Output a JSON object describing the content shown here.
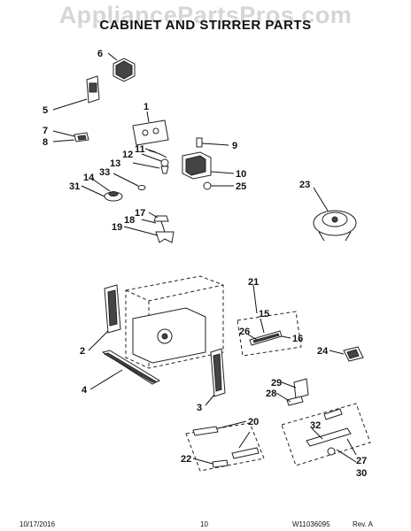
{
  "watermark": "AppliancePartsPros.com",
  "title": "CABINET AND STIRRER PARTS",
  "callouts": [
    "6",
    "5",
    "1",
    "7",
    "8",
    "11",
    "12",
    "9",
    "13",
    "33",
    "10",
    "14",
    "25",
    "31",
    "23",
    "17",
    "18",
    "19",
    "21",
    "15",
    "26",
    "16",
    "2",
    "24",
    "4",
    "29",
    "28",
    "3",
    "20",
    "32",
    "27",
    "30",
    "22"
  ],
  "footer": {
    "date": "10/17/2016",
    "page": "10",
    "doc": "W11036095",
    "rev": "Rev. A"
  }
}
